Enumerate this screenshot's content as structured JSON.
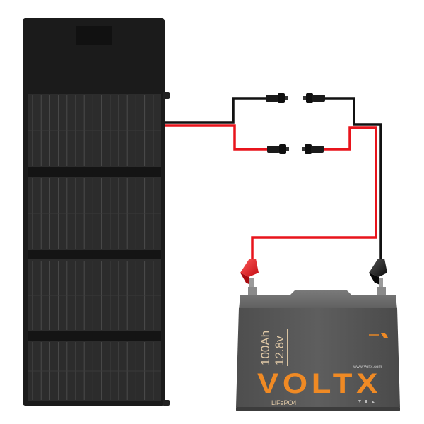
{
  "battery": {
    "brand": "VOLTX",
    "capacity": "100Ah",
    "voltage": "12.8v",
    "chemistry": "LiFePO4",
    "website": "www.Voltx.com"
  },
  "colors": {
    "background": "#ffffff",
    "panel_frame": "#1c1c1c",
    "panel_cells": "#2e2e2e",
    "cell_lines": "#4a4a4a",
    "cable_red": "#e8141c",
    "cable_black": "#111111",
    "battery_body": "#5b5b5b",
    "battery_lid": "#6e6e6e",
    "brand_orange": "#f08a24",
    "label_text": "#e0c9a8"
  },
  "icons": [
    "solar-panel",
    "mc4-connector",
    "alligator-clip",
    "lifepo4-battery"
  ]
}
